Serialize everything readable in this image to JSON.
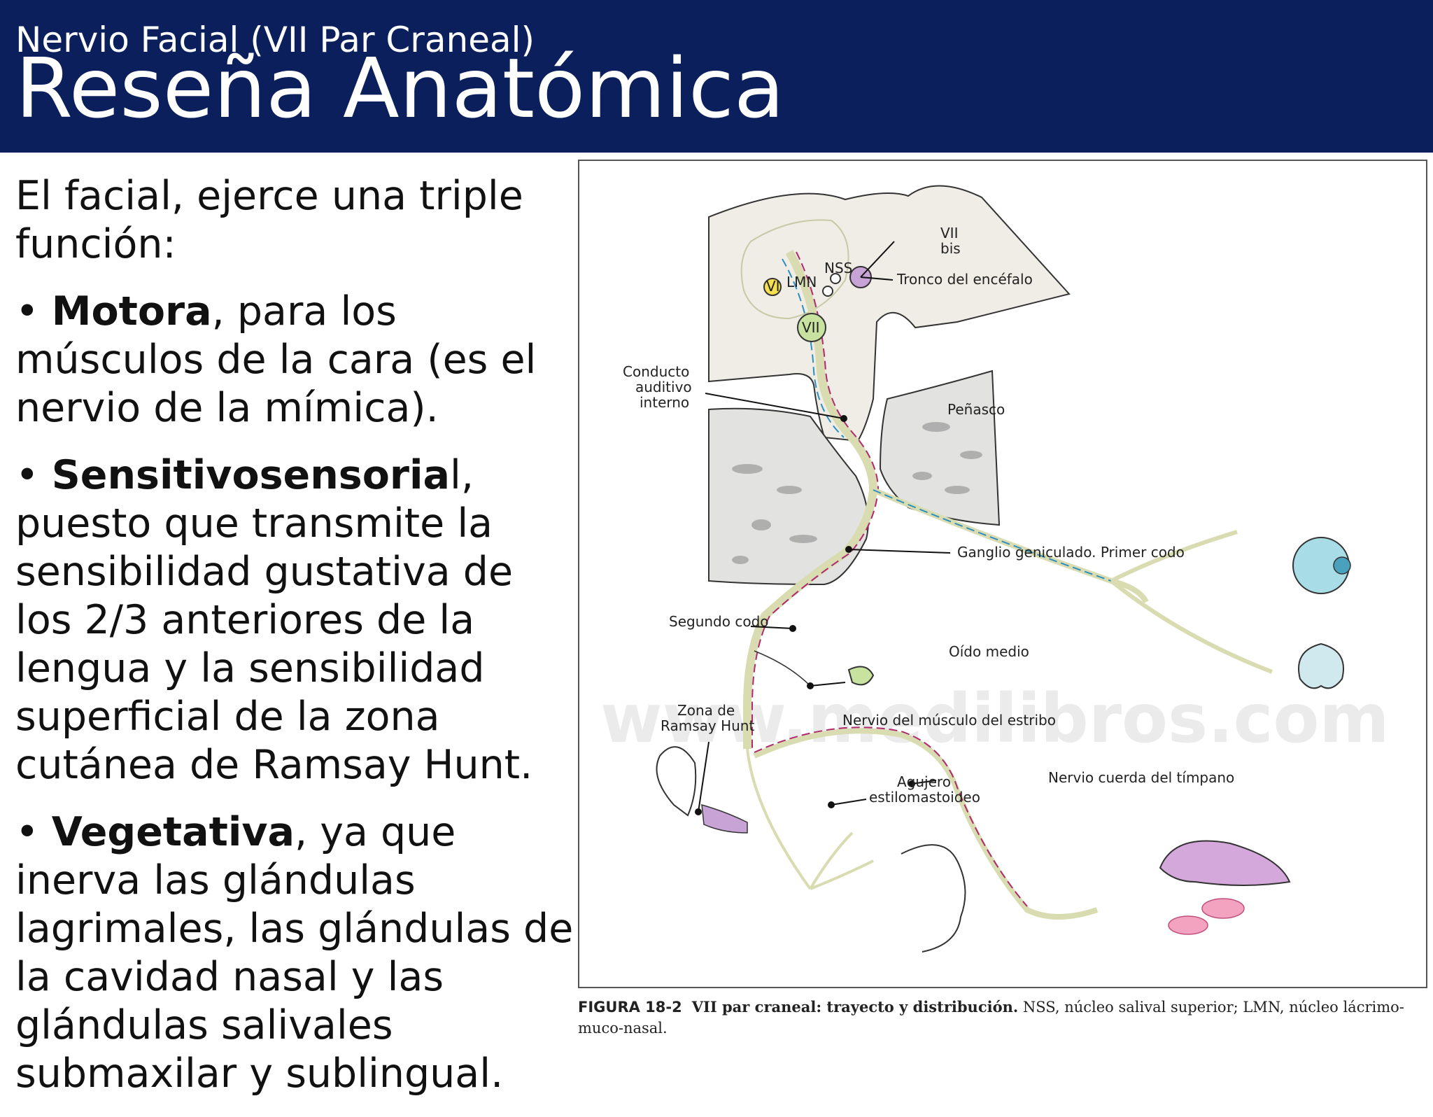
{
  "header": {
    "subtitle": "Nervio Facial (VII Par Craneal)",
    "title": "Reseña Anatómica"
  },
  "body": {
    "intro": "El facial, ejerce una triple función:",
    "items": [
      {
        "bullet": "•",
        "bold": "Motora",
        "rest": ", para los músculos de la cara (es el nervio de la mímica)."
      },
      {
        "bullet": "•",
        "bold": "Sensitivosensoria",
        "rest": "l, puesto que transmite la sensibilidad gustativa de los 2/3 anteriores de la lengua y la sensibilidad superficial de la zona cutánea de Ramsay Hunt."
      },
      {
        "bullet": "•",
        "bold": "Vegetativa",
        "rest": ", ya que inerva las glándulas lagrimales, las glándulas de la cavidad nasal y las glándulas salivales submaxilar y sublingual."
      }
    ]
  },
  "figure": {
    "labels": {
      "vii_bis_1": "VII",
      "vii_bis_2": "bis",
      "nss": "NSS",
      "lmn": "LMN",
      "vi": "VI",
      "vii": "VII",
      "tronco": "Tronco del encéfalo",
      "conducto_1": "Conducto",
      "conducto_2": "auditivo",
      "conducto_3": "interno",
      "penasco": "Peñasco",
      "ganglio": "Ganglio geniculado. Primer codo",
      "segundo_codo": "Segundo codo",
      "oido_medio": "Oído medio",
      "zona_1": "Zona de",
      "zona_2": "Ramsay Hunt",
      "estribo": "Nervio del músculo del estribo",
      "agujero_1": "Agujero",
      "agujero_2": "estilomastoideo",
      "cuerda": "Nervio cuerda del tímpano",
      "watermark": "www.medilibros.com"
    },
    "caption": {
      "number": "FIGURA 18-2",
      "bold": "VII par craneal: trayecto y distribución.",
      "rest": " NSS, núcleo salival superior; LMN, núcleo lácrimo-muco-nasal."
    },
    "colors": {
      "motor": "#d8dcb0",
      "sensory": "#b02a6e",
      "vegetative": "#2f8fbf",
      "bone": "#efede6"
    }
  }
}
